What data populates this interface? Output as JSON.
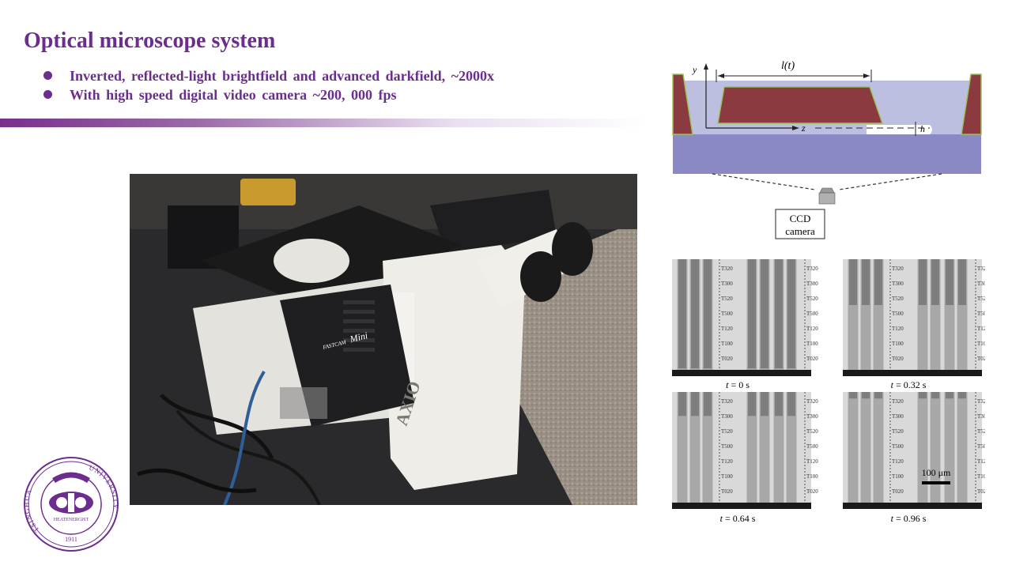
{
  "slide": {
    "title": "Optical microscope system",
    "bullets": [
      "Inverted, reflected-light brightfield and advanced darkfield, ~2000x",
      "With high speed digital video camera ~200, 000 fps"
    ]
  },
  "photo": {
    "camera_brand": "FASTCAM",
    "camera_model": "Mini",
    "microscope_label": "AXIO"
  },
  "schematic": {
    "axis_y": "y",
    "axis_z": "z",
    "length_label": "l(t)",
    "height_label": "h",
    "camera_label_line1": "CCD",
    "camera_label_line2": "camera"
  },
  "frames": {
    "time_var": "t",
    "times": [
      " = 0 s",
      " = 0.32 s",
      " = 0.64 s",
      " = 0.96 s"
    ],
    "scale_bar": "100 μm",
    "ruler_labels": [
      "T320",
      "T300",
      "T520",
      "T500",
      "T120",
      "T100",
      "T020"
    ]
  },
  "logo": {
    "text": "HEATENERGIST",
    "left_text": "TSINGHUA",
    "right_text": "UNIVERSITY",
    "year": "1911"
  },
  "colors": {
    "accent": "#6b2d8e",
    "liquid": "#8a89c6",
    "wall": "#8b3a40"
  }
}
